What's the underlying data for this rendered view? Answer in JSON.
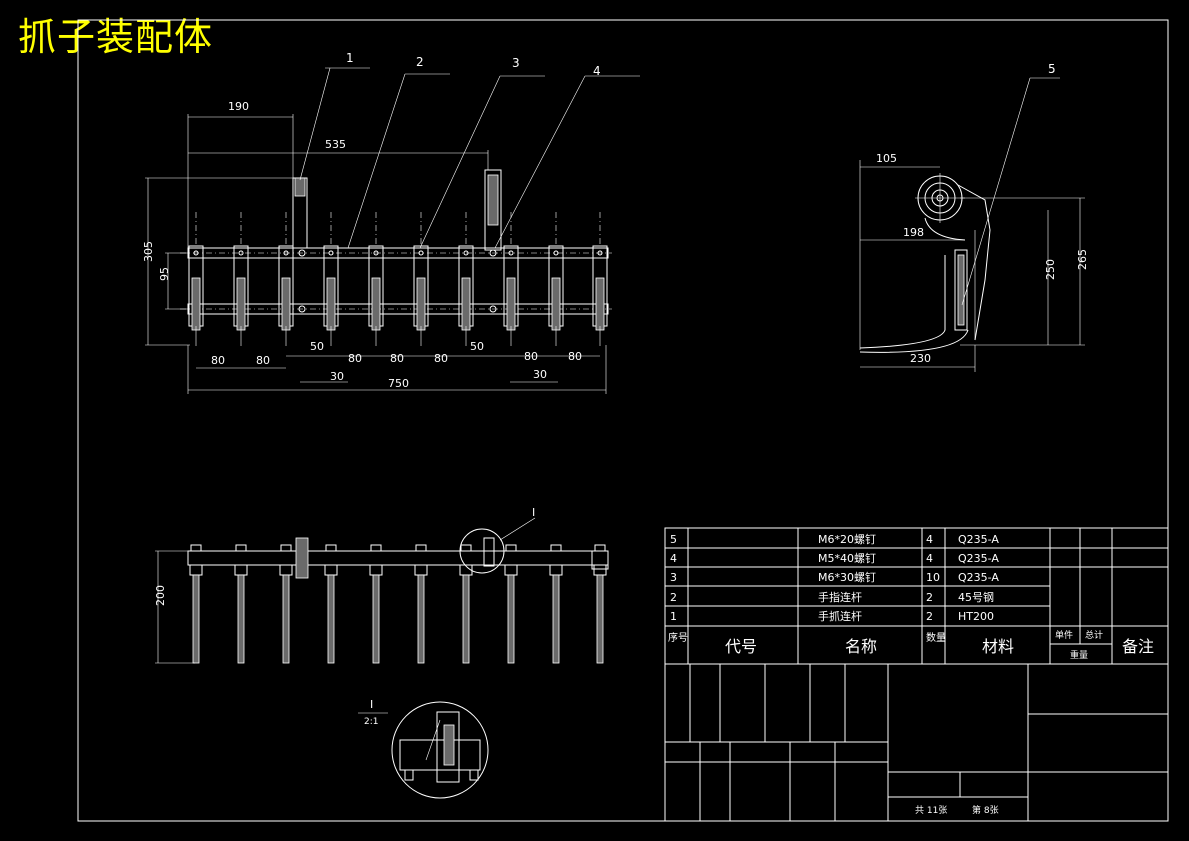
{
  "title": "抓子装配体",
  "front_view": {
    "leaders": [
      "1",
      "2",
      "3",
      "4"
    ],
    "dims": {
      "d190": "190",
      "d535": "535",
      "d305": "305",
      "d95": "95",
      "d80": "80",
      "d50": "50",
      "d30": "30",
      "d750": "750"
    }
  },
  "side_view": {
    "leader": "5",
    "dims": {
      "d105": "105",
      "d198": "198",
      "d230": "230",
      "d250": "250",
      "d265": "265"
    }
  },
  "top_view": {
    "dim200": "200",
    "detail_label": "I"
  },
  "detail": {
    "label": "I",
    "scale": "2:1"
  },
  "parts_list": {
    "rows": [
      {
        "no": "5",
        "code": "",
        "name": "M6*20螺钉",
        "qty": "4",
        "material": "Q235-A"
      },
      {
        "no": "4",
        "code": "",
        "name": "M5*40螺钉",
        "qty": "4",
        "material": "Q235-A"
      },
      {
        "no": "3",
        "code": "",
        "name": "M6*30螺钉",
        "qty": "10",
        "material": "Q235-A"
      },
      {
        "no": "2",
        "code": "",
        "name": "手指连杆",
        "qty": "2",
        "material": "45号钢"
      },
      {
        "no": "1",
        "code": "",
        "name": "手抓连杆",
        "qty": "2",
        "material": "HT200"
      }
    ],
    "header": {
      "no": "序号",
      "code": "代号",
      "name": "名称",
      "qty": "数量",
      "material": "材料",
      "unit": "单件",
      "total": "总计",
      "weight": "重量",
      "note": "备注"
    }
  },
  "title_block": {
    "sheets": "共 11张",
    "sheet": "第 8张"
  }
}
